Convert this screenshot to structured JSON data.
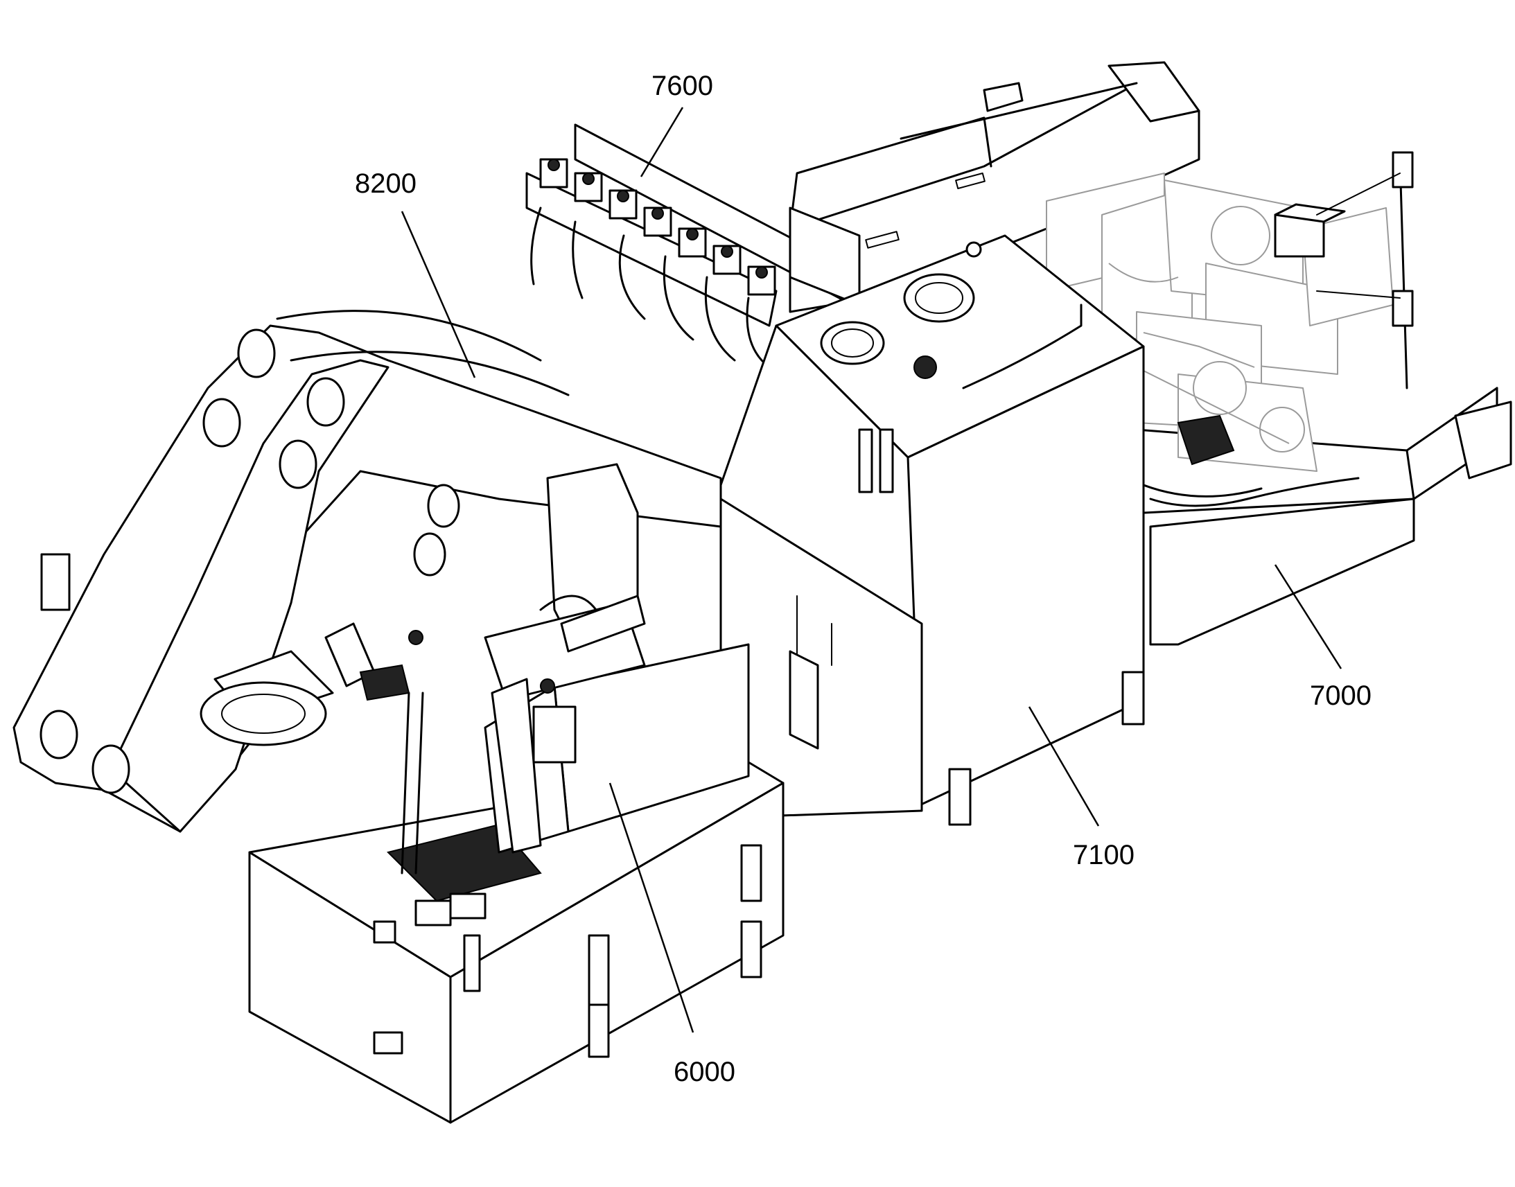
{
  "callouts": [
    {
      "id": "7600",
      "label": "7600"
    },
    {
      "id": "8200",
      "label": "8200"
    },
    {
      "id": "7000",
      "label": "7000"
    },
    {
      "id": "7100",
      "label": "7100"
    },
    {
      "id": "6000",
      "label": "6000"
    }
  ],
  "colors": {
    "line": "#000000",
    "background": "#ffffff",
    "engine_line": "#9a9a9a"
  }
}
